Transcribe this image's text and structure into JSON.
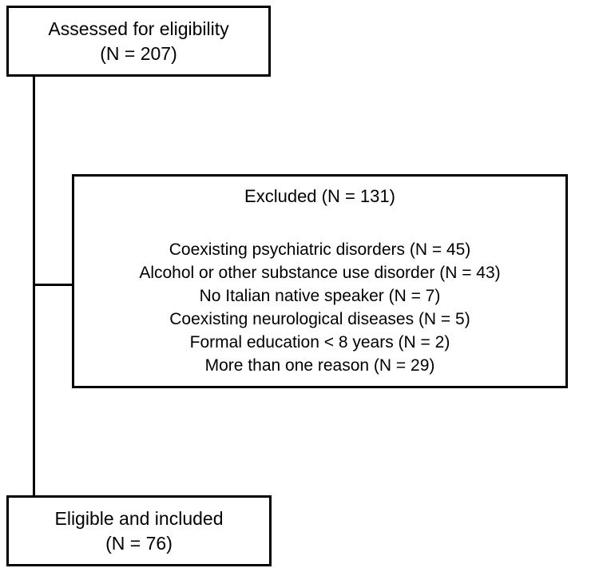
{
  "flowchart": {
    "assessed_box": {
      "line1": "Assessed for eligibility",
      "line2": "(N = 207)"
    },
    "excluded_box": {
      "title": "Excluded (N = 131)",
      "reasons": [
        "Coexisting psychiatric disorders (N = 45)",
        "Alcohol or other substance use disorder (N = 43)",
        "No Italian native speaker (N = 7)",
        "Coexisting neurological diseases (N = 5)",
        "Formal education < 8 years (N = 2)",
        "More than one reason (N = 29)"
      ]
    },
    "included_box": {
      "line1": "Eligible and included",
      "line2": "(N = 76)"
    },
    "colors": {
      "border": "#000000",
      "background": "#ffffff",
      "text": "#000000"
    }
  }
}
